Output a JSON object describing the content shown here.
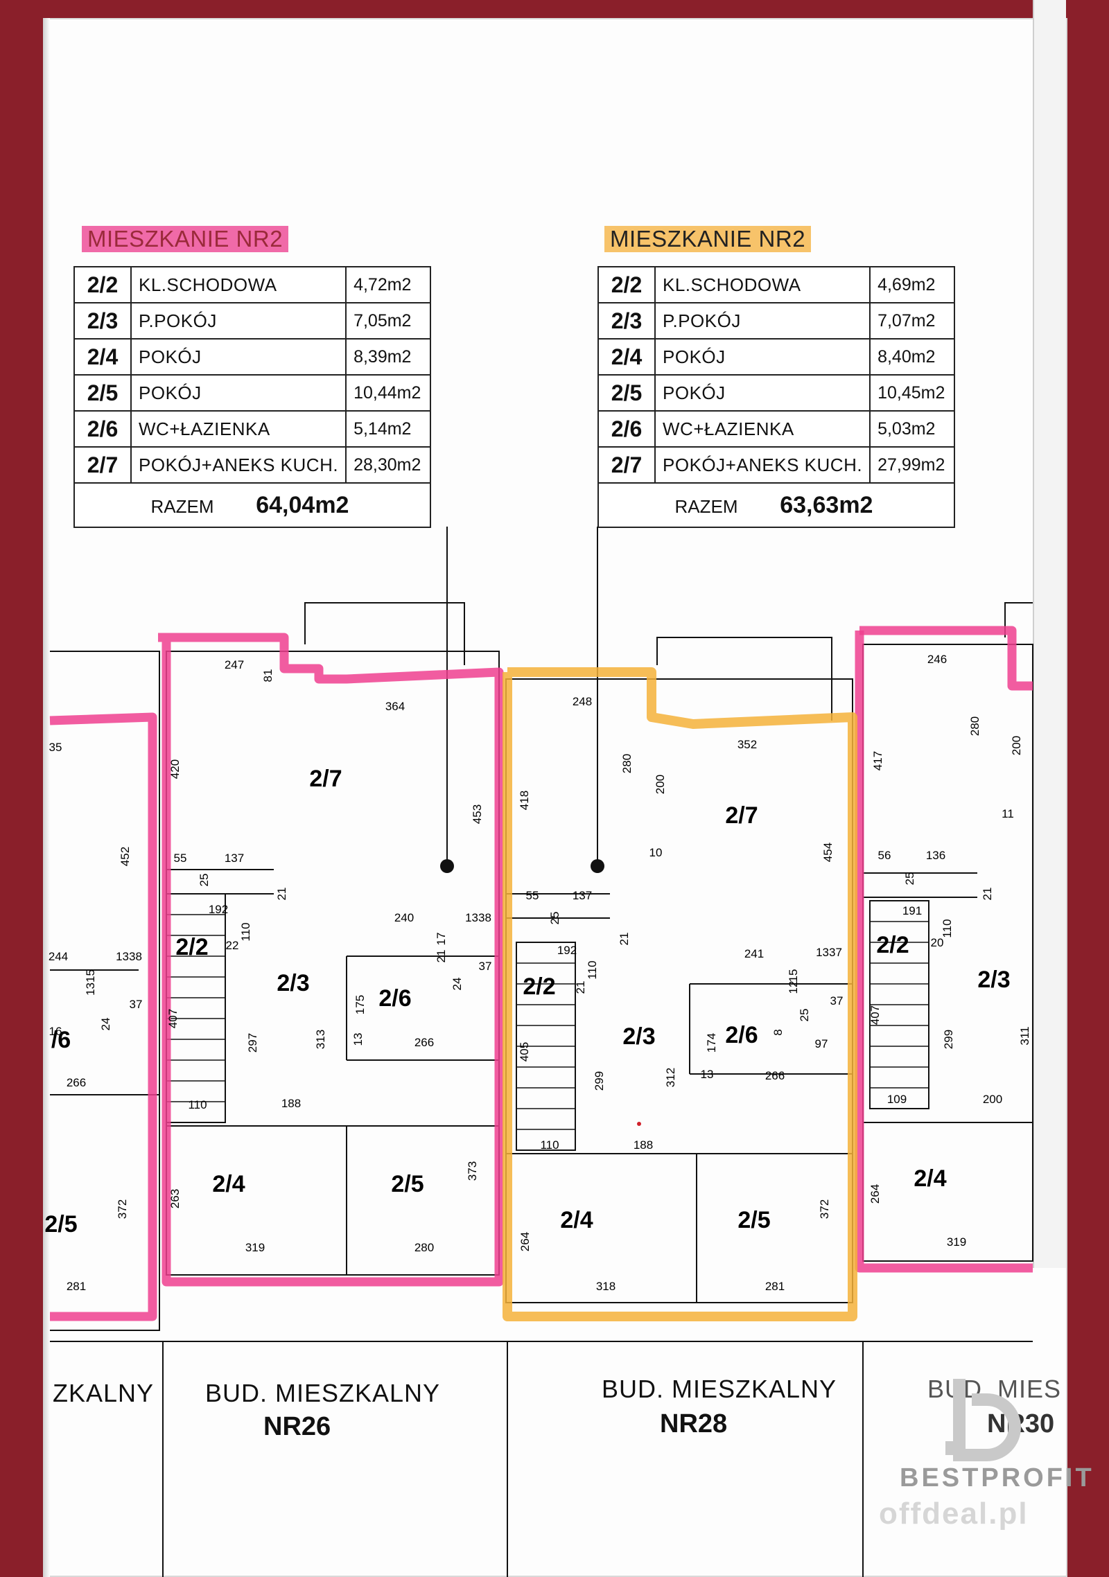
{
  "apartments": [
    {
      "title": "MIESZKANIE NR2",
      "rows": [
        {
          "id": "2/2",
          "name": "KL.SCHODOWA",
          "area": "4,72m2"
        },
        {
          "id": "2/3",
          "name": "P.POKÓJ",
          "area": "7,05m2"
        },
        {
          "id": "2/4",
          "name": "POKÓJ",
          "area": "8,39m2"
        },
        {
          "id": "2/5",
          "name": "POKÓJ",
          "area": "10,44m2"
        },
        {
          "id": "2/6",
          "name": "WC+ŁAZIENKA",
          "area": "5,14m2"
        },
        {
          "id": "2/7",
          "name": "POKÓJ+ANEKS KUCH.",
          "area": "28,30m2"
        }
      ],
      "total_label": "RAZEM",
      "total_value": "64,04m2",
      "highlight": "#f06aa8"
    },
    {
      "title": "MIESZKANIE NR2",
      "rows": [
        {
          "id": "2/2",
          "name": "KL.SCHODOWA",
          "area": "4,69m2"
        },
        {
          "id": "2/3",
          "name": "P.POKÓJ",
          "area": "7,07m2"
        },
        {
          "id": "2/4",
          "name": "POKÓJ",
          "area": "8,40m2"
        },
        {
          "id": "2/5",
          "name": "POKÓJ",
          "area": "10,45m2"
        },
        {
          "id": "2/6",
          "name": "WC+ŁAZIENKA",
          "area": "5,03m2"
        },
        {
          "id": "2/7",
          "name": "POKÓJ+ANEKS KUCH.",
          "area": "27,99m2"
        }
      ],
      "total_label": "RAZEM",
      "total_value": "63,63m2",
      "highlight": "#f7c36a"
    }
  ],
  "plan": {
    "rooms": [
      "2/7",
      "2/2",
      "2/3",
      "2/6",
      "2/4",
      "2/5",
      "2/7",
      "2/2",
      "2/3",
      "2/6",
      "2/4",
      "2/5",
      "/6",
      "2/5",
      "2/2",
      "2/3",
      "2/4"
    ],
    "dims": [
      "247",
      "81",
      "364",
      "420",
      "453",
      "55",
      "137",
      "25",
      "21",
      "192",
      "110",
      "22",
      "240",
      "1338",
      "17",
      "21",
      "24",
      "37",
      "175",
      "13",
      "266",
      "313",
      "407",
      "297",
      "110",
      "188",
      "373",
      "263",
      "319",
      "280",
      "248",
      "280",
      "200",
      "352",
      "418",
      "454",
      "10",
      "55",
      "137",
      "25",
      "21",
      "192",
      "21",
      "110",
      "241",
      "1337",
      "15",
      "12",
      "37",
      "25",
      "174",
      "8",
      "97",
      "13",
      "266",
      "312",
      "299",
      "405",
      "110",
      "188",
      "372",
      "264",
      "318",
      "281",
      "246",
      "280",
      "200",
      "417",
      "11",
      "56",
      "136",
      "25",
      "21",
      "191",
      "110",
      "20",
      "407",
      "299",
      "311",
      "109",
      "200",
      "264",
      "319",
      "35",
      "452",
      "244",
      "1338",
      "1315",
      "37",
      "24",
      "266",
      "372",
      "281",
      "16"
    ],
    "buildings": [
      {
        "line1": "ZKALNY",
        "line2": ""
      },
      {
        "line1": "BUD. MIESZKALNY",
        "line2": "NR26"
      },
      {
        "line1": "BUD. MIESZKALNY",
        "line2": "NR28"
      },
      {
        "line1": "BUD. MIES",
        "line2": "NR30"
      }
    ]
  },
  "watermark": {
    "brand": "BESTPROFIT",
    "site": "offdeal.pl"
  },
  "colors": {
    "pink": "#ef3f8f",
    "orange": "#f5b23a",
    "background": "#8a1f2a"
  }
}
